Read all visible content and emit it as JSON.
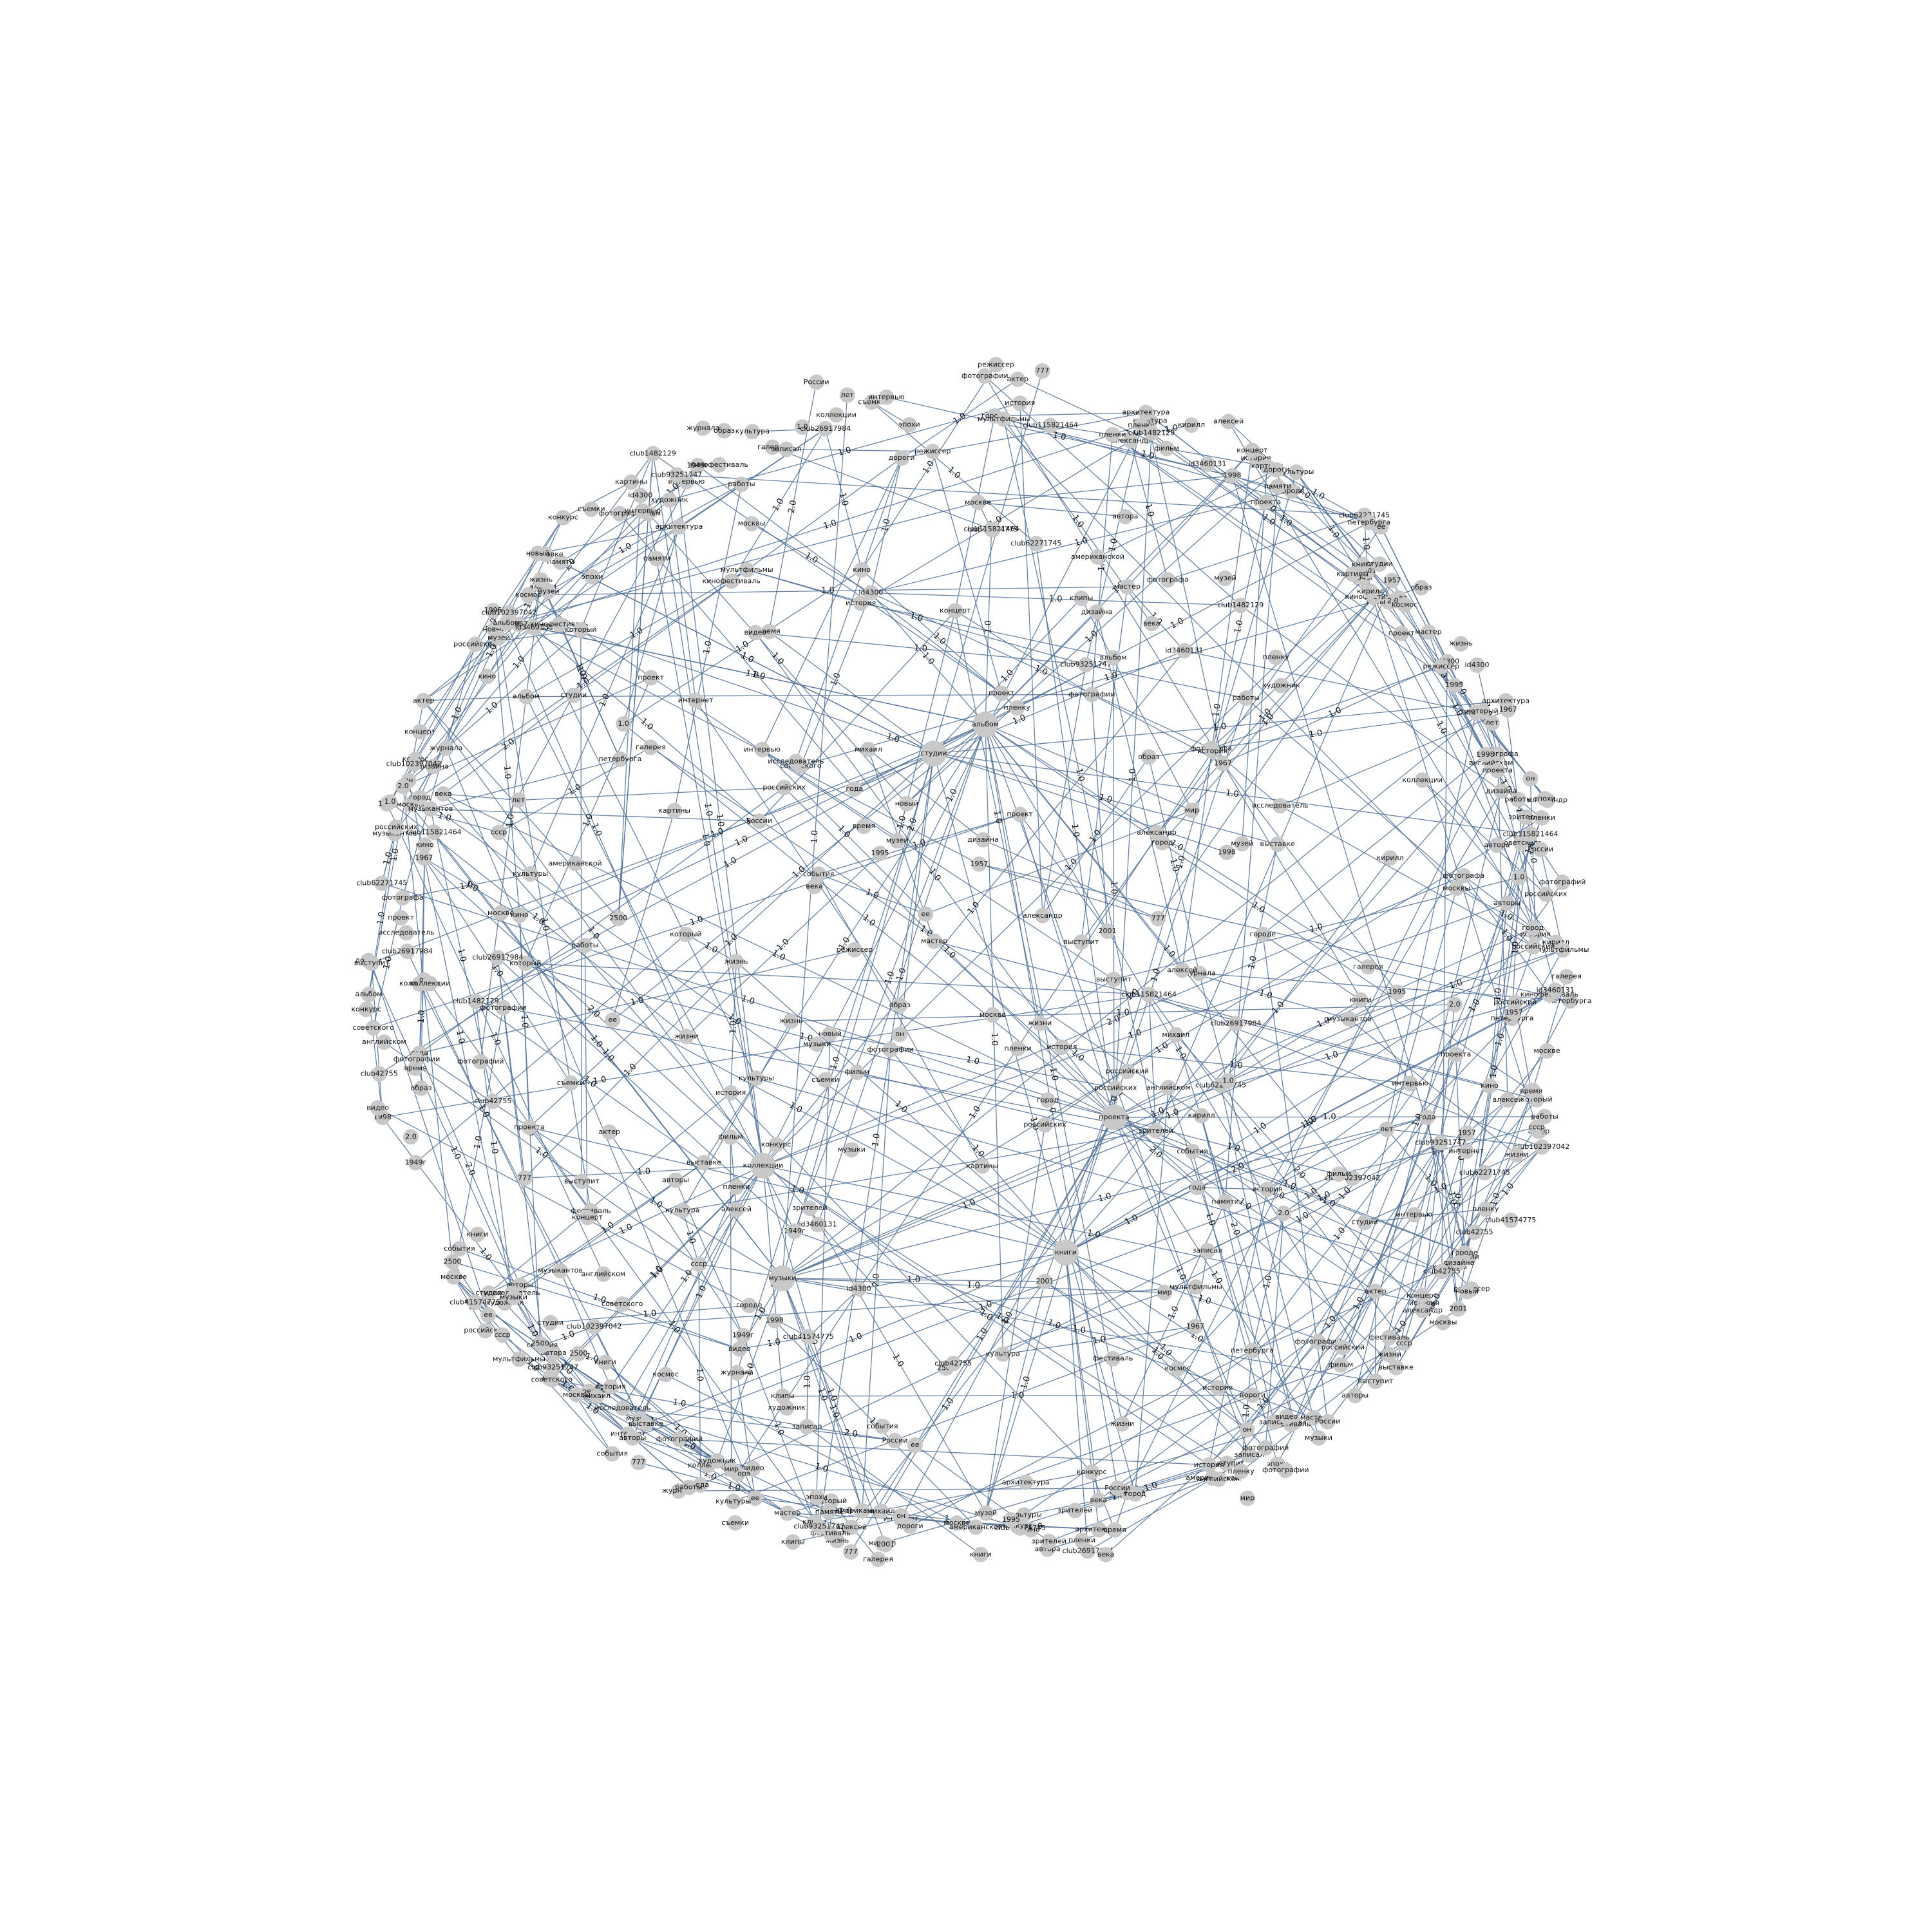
{
  "graph": {
    "colors": {
      "edge": "#4f6f97",
      "node": "#c8c8c8",
      "text": "#111111",
      "background": "#ffffff"
    },
    "nodes": [
      "который",
      "он",
      "ее",
      "история",
      "жизни",
      "музей",
      "года",
      "работы",
      "выступит",
      "москве",
      "кино",
      "фильм",
      "фотографии",
      "фотографа",
      "российских",
      "проект",
      "России",
      "интервью",
      "история",
      "события",
      "музыки",
      "студии",
      "альбом",
      "книги",
      "коллекции",
      "проекта",
      "выставке",
      "городе",
      "конкурс",
      "автора",
      "американской",
      "английском",
      "советского",
      "мультфильмы",
      "фестиваль",
      "режиссер",
      "актер",
      "фотографий",
      "москвы",
      "петербурга",
      "жизнь",
      "записал",
      "пленку",
      "интернет",
      "космос",
      "клипы",
      "дизайна",
      "образ",
      "кирилл",
      "михаил",
      "александр",
      "алексей",
      "мастер",
      "галерея",
      "время",
      "мир",
      "город",
      "художник",
      "памяти",
      "видео",
      "музыкантов",
      "пленки",
      "съемки",
      "зрителей",
      "авторы",
      "кинофестиваль",
      "российский",
      "дороги",
      "архитектура",
      "эпохи",
      "ссср",
      "века",
      "лет",
      "новый",
      "культуры",
      "культура",
      "исследователь",
      "журнала",
      "концерт",
      "картины",
      "1.0",
      "2.0",
      "777",
      "1949г",
      "1957",
      "1967",
      "1995",
      "1998",
      "2001",
      "2500",
      "club42755",
      "id4300",
      "club115821464",
      "club93251747",
      "club102397042",
      "club26917984",
      "club41574775",
      "club1482129",
      "club62271745",
      "id3460131"
    ],
    "edge_count": 640,
    "weights": [
      "1.0",
      "2.0"
    ]
  }
}
